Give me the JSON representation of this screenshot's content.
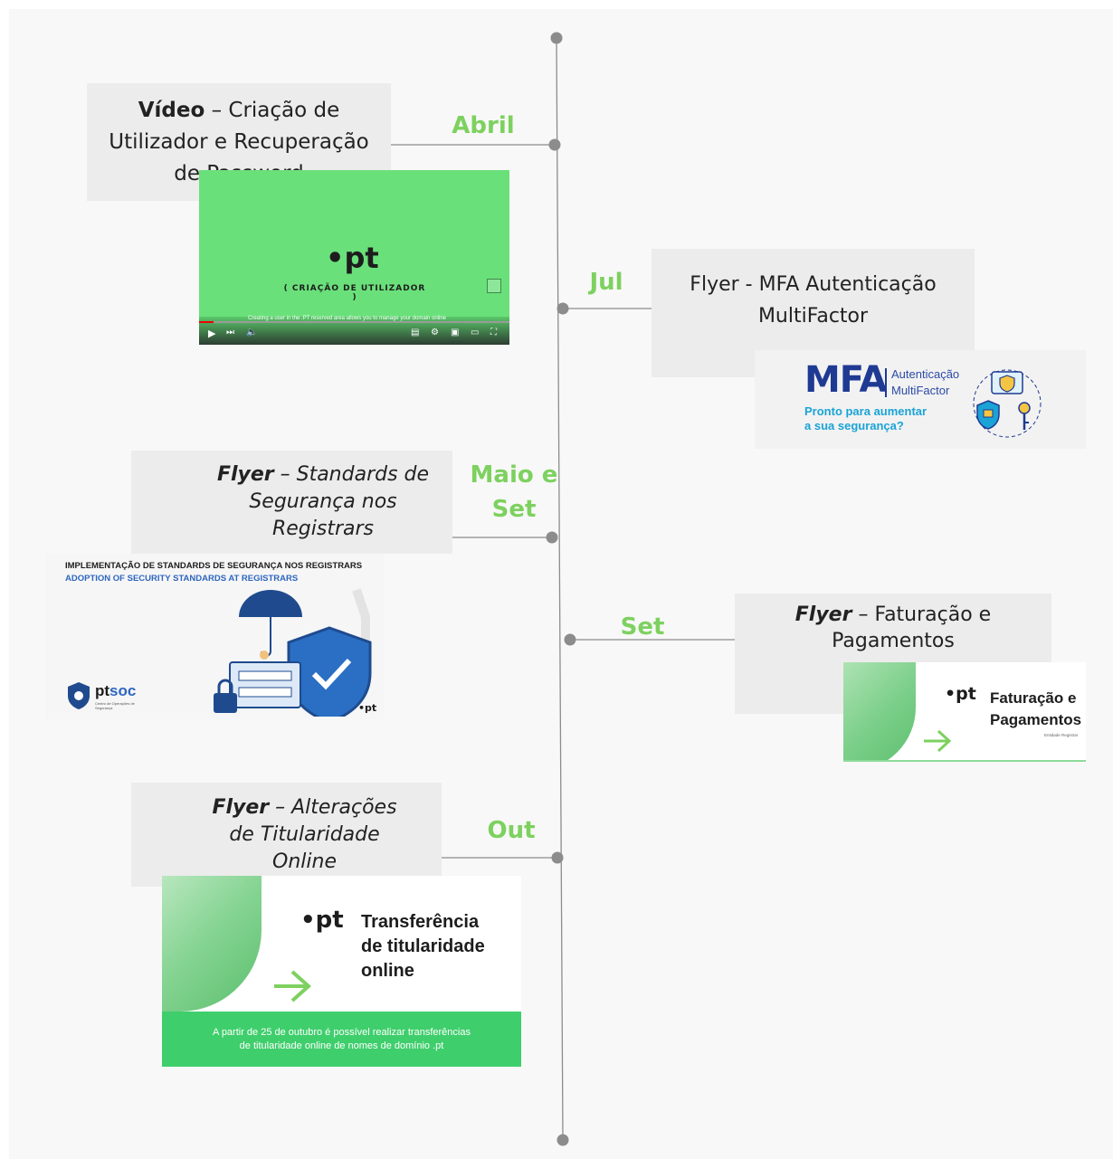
{
  "timeline": {
    "events": [
      {
        "month": "Abril",
        "title_bold": "Vídeo",
        "title_rest": " – Criação de Utilizador e Recuperação de Password"
      },
      {
        "month": "Jul",
        "title_bold": "",
        "title_rest": "Flyer - MFA Autenticação MultiFactor"
      },
      {
        "month": "Maio e Set",
        "title_bold": "Flyer",
        "title_rest": " – Standards de Segurança nos Registrars"
      },
      {
        "month": "Set",
        "title_bold": "Flyer",
        "title_rest": " – Faturação e Pagamentos"
      },
      {
        "month": "Out",
        "title_bold": "Flyer",
        "title_rest": " – Alterações de Titularidade Online"
      }
    ]
  },
  "video": {
    "logo": "•pt",
    "banner": "CRIAÇÃO DE UTILIZADOR",
    "caption": "Creating a user in the .PT reserved area allows you to manage your domain online"
  },
  "mfa": {
    "logo": "MFA",
    "line1": "Autenticação",
    "line2": "MultiFactor",
    "tagline1": "Pronto para aumentar",
    "tagline2": "a sua segurança?"
  },
  "standards": {
    "heading_pt": "IMPLEMENTAÇÃO DE STANDARDS DE SEGURANÇA NOS REGISTRARS",
    "heading_en": "ADOPTION OF SECURITY STANDARDS AT REGISTRARS",
    "brand_pt": "pt",
    "brand_soc": "soc",
    "brand_sub": "Centro de Operações de Segurança",
    "pt_mark": "•pt"
  },
  "faturacao": {
    "logo": "•pt",
    "title1": "Faturação e",
    "title2": "Pagamentos",
    "subtitle": "Entidade Registrar"
  },
  "titularidade": {
    "logo": "•pt",
    "title1": "Transferência",
    "title2": "de titularidade",
    "title3": "online",
    "footer1": "A partir de 25 de outubro é possível realizar transferências",
    "footer2": "de titularidade online de nomes de domínio .pt"
  },
  "colors": {
    "accent_green": "#7dd15f",
    "line_grey": "#8c8c8c",
    "card_bg": "#ececec",
    "mfa_blue": "#1f3a93",
    "mfa_cyan": "#1aa3d6"
  }
}
